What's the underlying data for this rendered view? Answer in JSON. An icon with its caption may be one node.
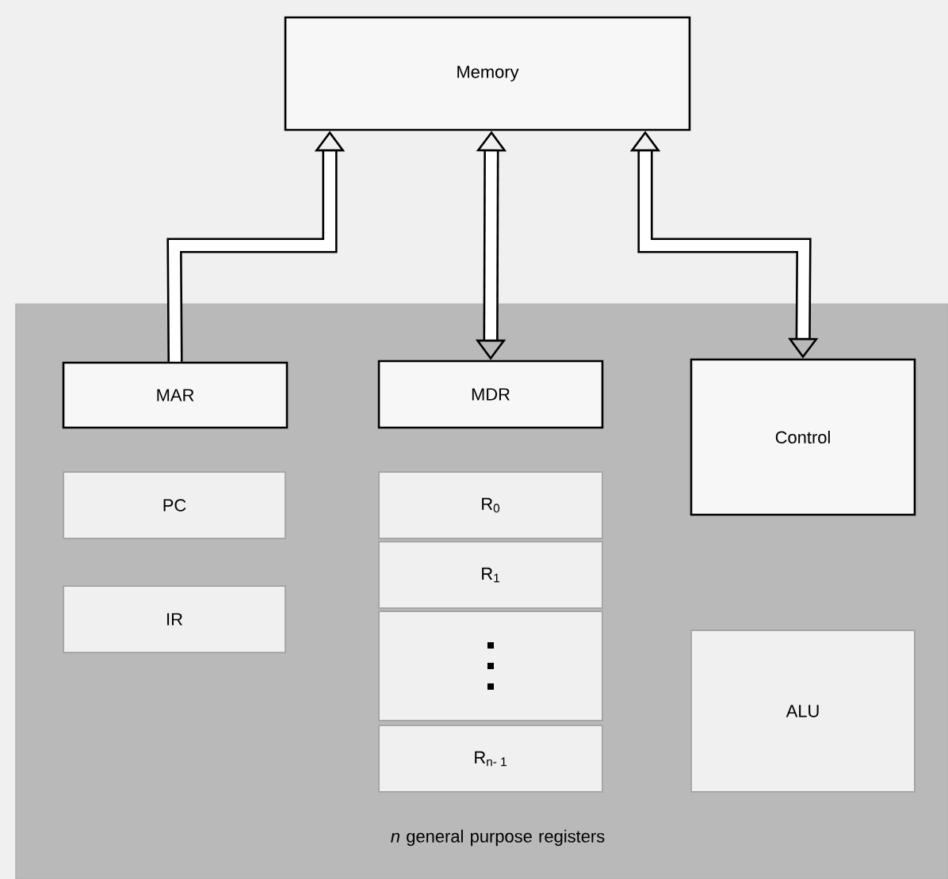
{
  "diagram": {
    "nodes": [
      {
        "text": [
          "Memory"
        ]
      },
      {
        "text": [],
        "shape": "box"
      },
      {
        "text": [
          "MAR"
        ],
        "in": 1
      },
      {
        "text": [
          "MDR"
        ],
        "in": 1
      },
      {
        "text": [
          "Control"
        ],
        "in": 1
      },
      {
        "text": [
          "PC"
        ],
        "in": 1
      },
      {
        "text": [
          "IR"
        ],
        "in": 1
      },
      {
        "text": [
          "R$_{0}$"
        ],
        "in": 1
      },
      {
        "text": [
          "R$_{1}$"
        ],
        "in": 1
      },
      {
        "text": [],
        "shape": "box",
        "in": 1
      },
      {
        "text": [
          "R$_{n- 1}$"
        ],
        "in": 1
      },
      {
        "text": [
          "ALU"
        ],
        "in": 1
      }
    ],
    "edges": [
      {
        "from": 2,
        "to": 0,
        "arrow": "to"
      },
      {
        "from": 3,
        "to": 0,
        "arrow": "both"
      },
      {
        "from": 4,
        "to": 0,
        "arrow": "both"
      }
    ],
    "labels": [
      "*n* general purpose registers"
    ]
  }
}
